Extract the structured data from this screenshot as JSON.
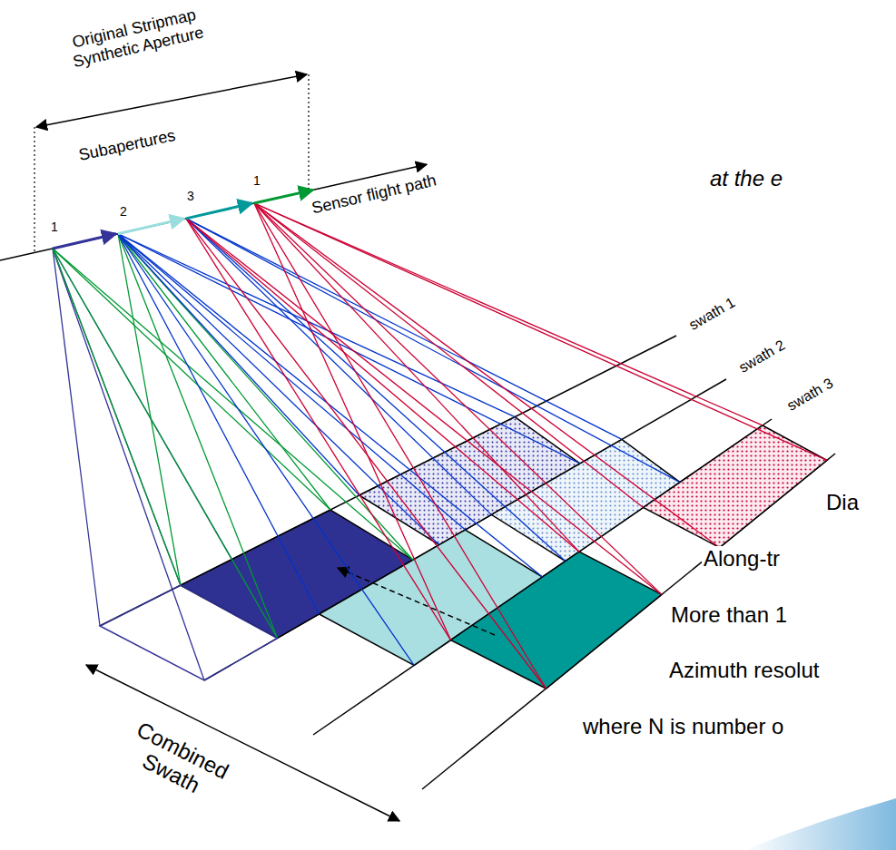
{
  "diagram": {
    "labels": [
      "Original Stripmap Synthetic Aperture",
      "Subapertures",
      "1",
      "2",
      "3",
      "1",
      "Sensor flight path",
      "at the e",
      "swath 1",
      "swath 2",
      "swath 3",
      "Dia",
      "Along-tr",
      "More than 1",
      "Azimuth resolut",
      "where N is number o",
      "Combined Swath"
    ]
  }
}
